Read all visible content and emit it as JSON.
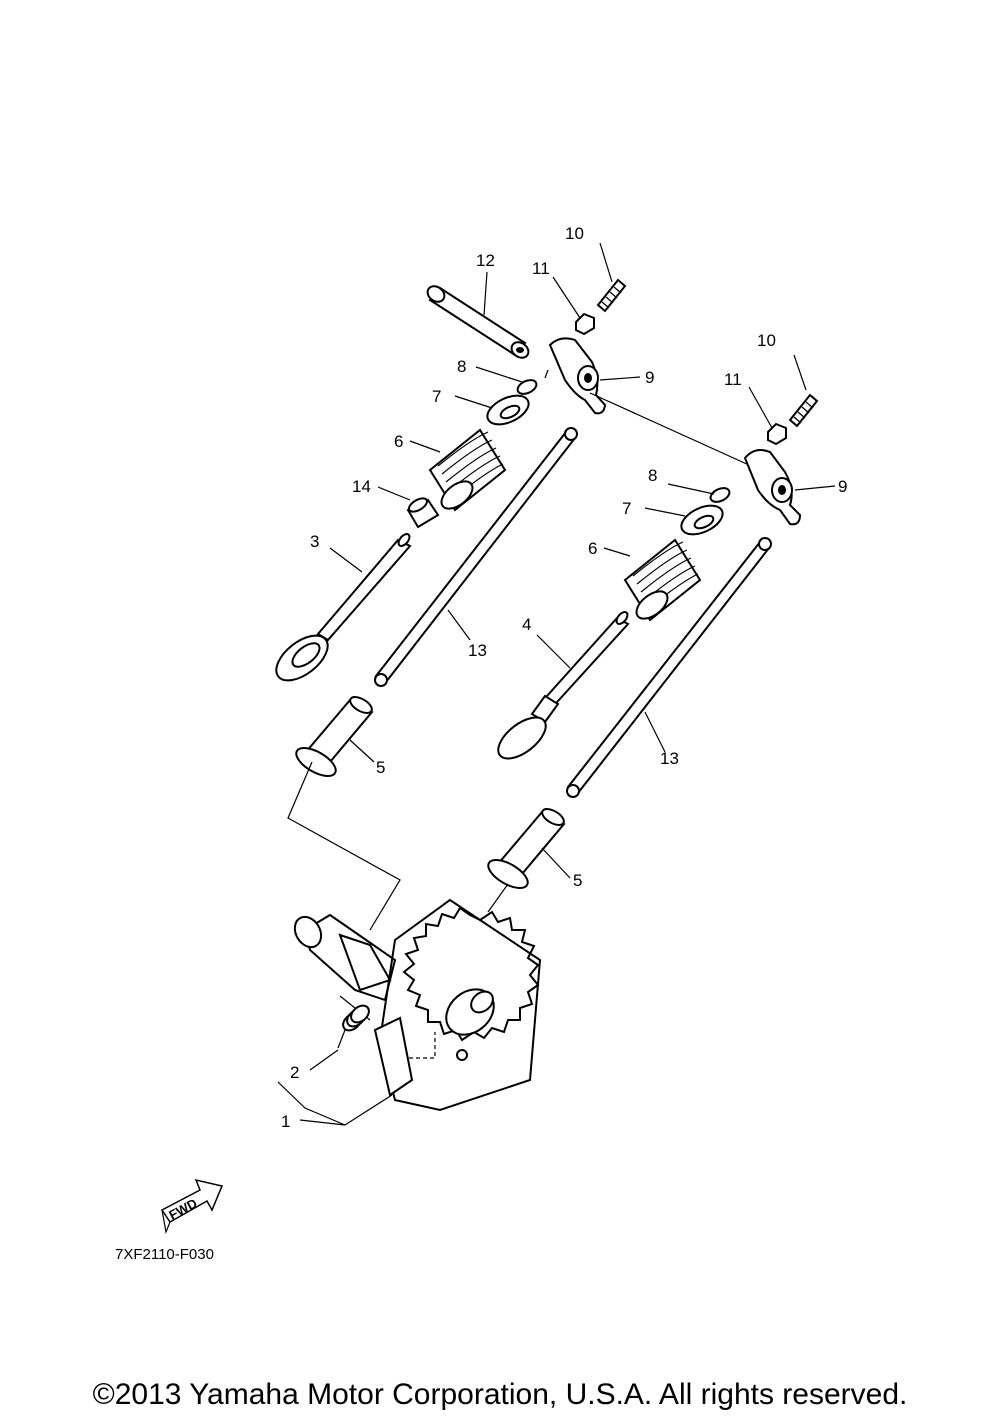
{
  "diagram": {
    "callouts": {
      "c1": "1",
      "c2": "2",
      "c3": "3",
      "c4": "4",
      "c5a": "5",
      "c5b": "5",
      "c6a": "6",
      "c6b": "6",
      "c7a": "7",
      "c7b": "7",
      "c8a": "8",
      "c8b": "8",
      "c9a": "9",
      "c9b": "9",
      "c10a": "10",
      "c10b": "10",
      "c11a": "11",
      "c11b": "11",
      "c12": "12",
      "c13a": "13",
      "c13b": "13",
      "c14": "14"
    },
    "fwd_label": "FWD",
    "diagram_code": "7XF2110-F030"
  },
  "footer": {
    "copyright": "©2013 Yamaha Motor Corporation, U.S.A. All rights reserved."
  }
}
